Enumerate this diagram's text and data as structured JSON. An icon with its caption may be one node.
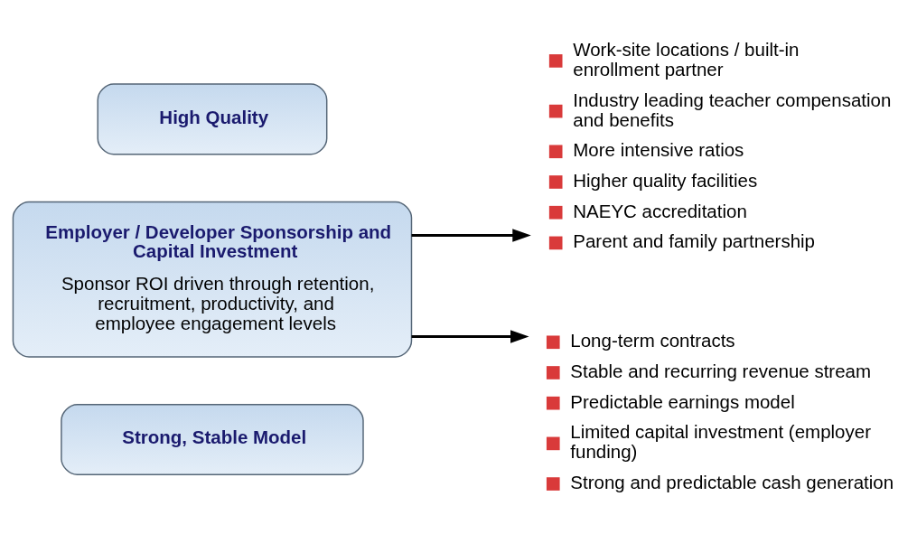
{
  "diagram": {
    "nodes": [
      {
        "text": [
          "High Quality"
        ]
      },
      {
        "text": [
          "Employer / Developer Sponsorship and Capital Investment",
          "Sponsor ROI driven through retention, recruitment, productivity, and employee engagement levels"
        ]
      },
      {
        "text": [
          "Strong, Stable Model"
        ]
      },
      {
        "text": [
          "Work-site locations / built-in enrollment partner",
          "Industry leading teacher compensation and benefits",
          "More intensive ratios",
          "Higher quality facilities",
          "NAEYC accreditation",
          "Parent and family partnership"
        ]
      },
      {
        "text": [
          "Long-term contracts",
          "Stable and recurring revenue stream",
          "Predictable earnings model",
          "Limited capital investment (employer funding)",
          "Strong and predictable cash generation"
        ]
      }
    ],
    "edges": [
      {
        "from": 1,
        "to": 3,
        "arrow": "to"
      },
      {
        "from": 1,
        "to": 4,
        "arrow": "to"
      }
    ]
  }
}
